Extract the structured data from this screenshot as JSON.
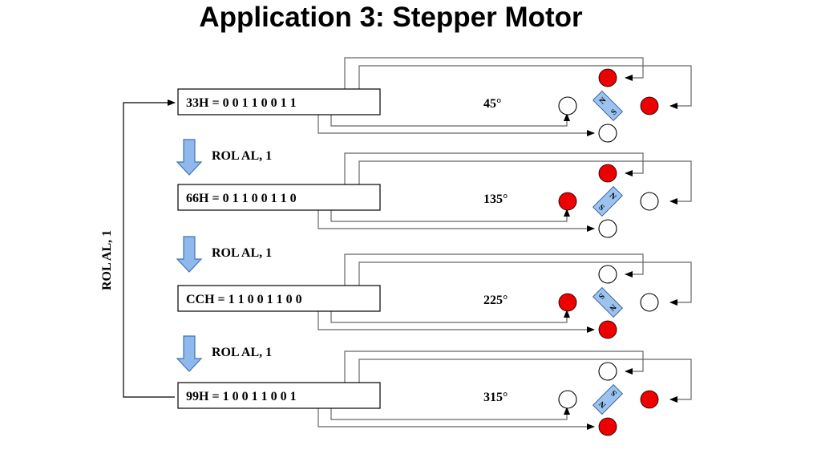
{
  "title": "Application 3: Stepper Motor",
  "side_label": "ROL AL, 1",
  "steps": [
    {
      "register": "33H = 0 0 1 1 0 0 1 1",
      "angle": "45°",
      "magnet_angle": 45,
      "coils": {
        "top": true,
        "left": false,
        "right": true,
        "bottom": false
      }
    },
    {
      "register": "66H = 0 1 1 0 0 1 1 0",
      "angle": "135°",
      "magnet_angle": 135,
      "coils": {
        "top": true,
        "left": true,
        "right": false,
        "bottom": false
      }
    },
    {
      "register": "CCH = 1 1 0 0 1 1 0 0",
      "angle": "225°",
      "magnet_angle": 225,
      "coils": {
        "top": false,
        "left": true,
        "right": false,
        "bottom": true
      }
    },
    {
      "register": "99H = 1 0 0 1 1 0 0 1",
      "angle": "315°",
      "magnet_angle": 315,
      "coils": {
        "top": false,
        "left": false,
        "right": true,
        "bottom": true
      }
    }
  ],
  "rotate_ops": [
    "ROL AL, 1",
    "ROL AL, 1",
    "ROL AL, 1"
  ],
  "pole_labels": {
    "north": "N",
    "south": "S"
  },
  "colors": {
    "coil_on": "#ee0000",
    "coil_off": "#ffffff",
    "magnet": "#9cc3f0",
    "arrow": "#8fb9ec"
  }
}
